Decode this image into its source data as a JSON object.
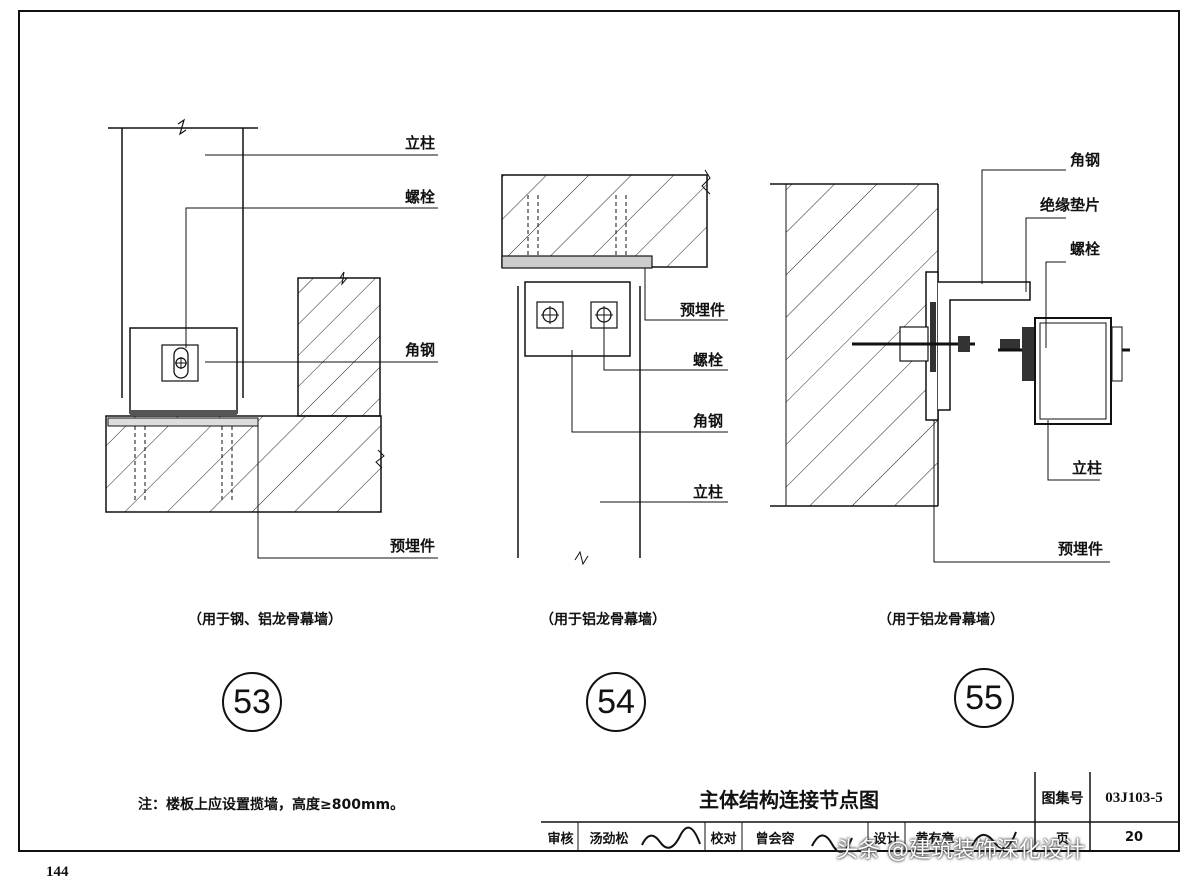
{
  "drawing": {
    "detail_53": {
      "labels": {
        "column": "立柱",
        "bolt": "螺栓",
        "angle_steel": "角钢",
        "embedded_part": "预埋件"
      },
      "caption": "（用于钢、铝龙骨幕墙）",
      "number": "53"
    },
    "detail_54": {
      "labels": {
        "embedded_part": "预埋件",
        "bolt": "螺栓",
        "angle_steel": "角钢",
        "column": "立柱"
      },
      "caption": "（用于铝龙骨幕墙）",
      "number": "54"
    },
    "detail_55": {
      "labels": {
        "angle_steel": "角钢",
        "insulating_pad": "绝缘垫片",
        "bolt": "螺栓",
        "column": "立柱",
        "embedded_part": "预埋件"
      },
      "caption": "（用于铝龙骨幕墙）",
      "number": "55"
    },
    "note": "注：楼板上应设置揽墙，高度≥800mm。",
    "page_number": "144"
  },
  "title_block": {
    "title": "主体结构连接节点图",
    "atlas_label": "图集号",
    "atlas_number": "03J103-5",
    "review_label": "审核",
    "reviewer": "汤劲松",
    "check_label": "校对",
    "checker": "曾会容",
    "design_label": "设计",
    "designer": "黄有章",
    "page_label": "页",
    "page_value": "20"
  },
  "watermark": "头条 @建筑装饰深化设计"
}
